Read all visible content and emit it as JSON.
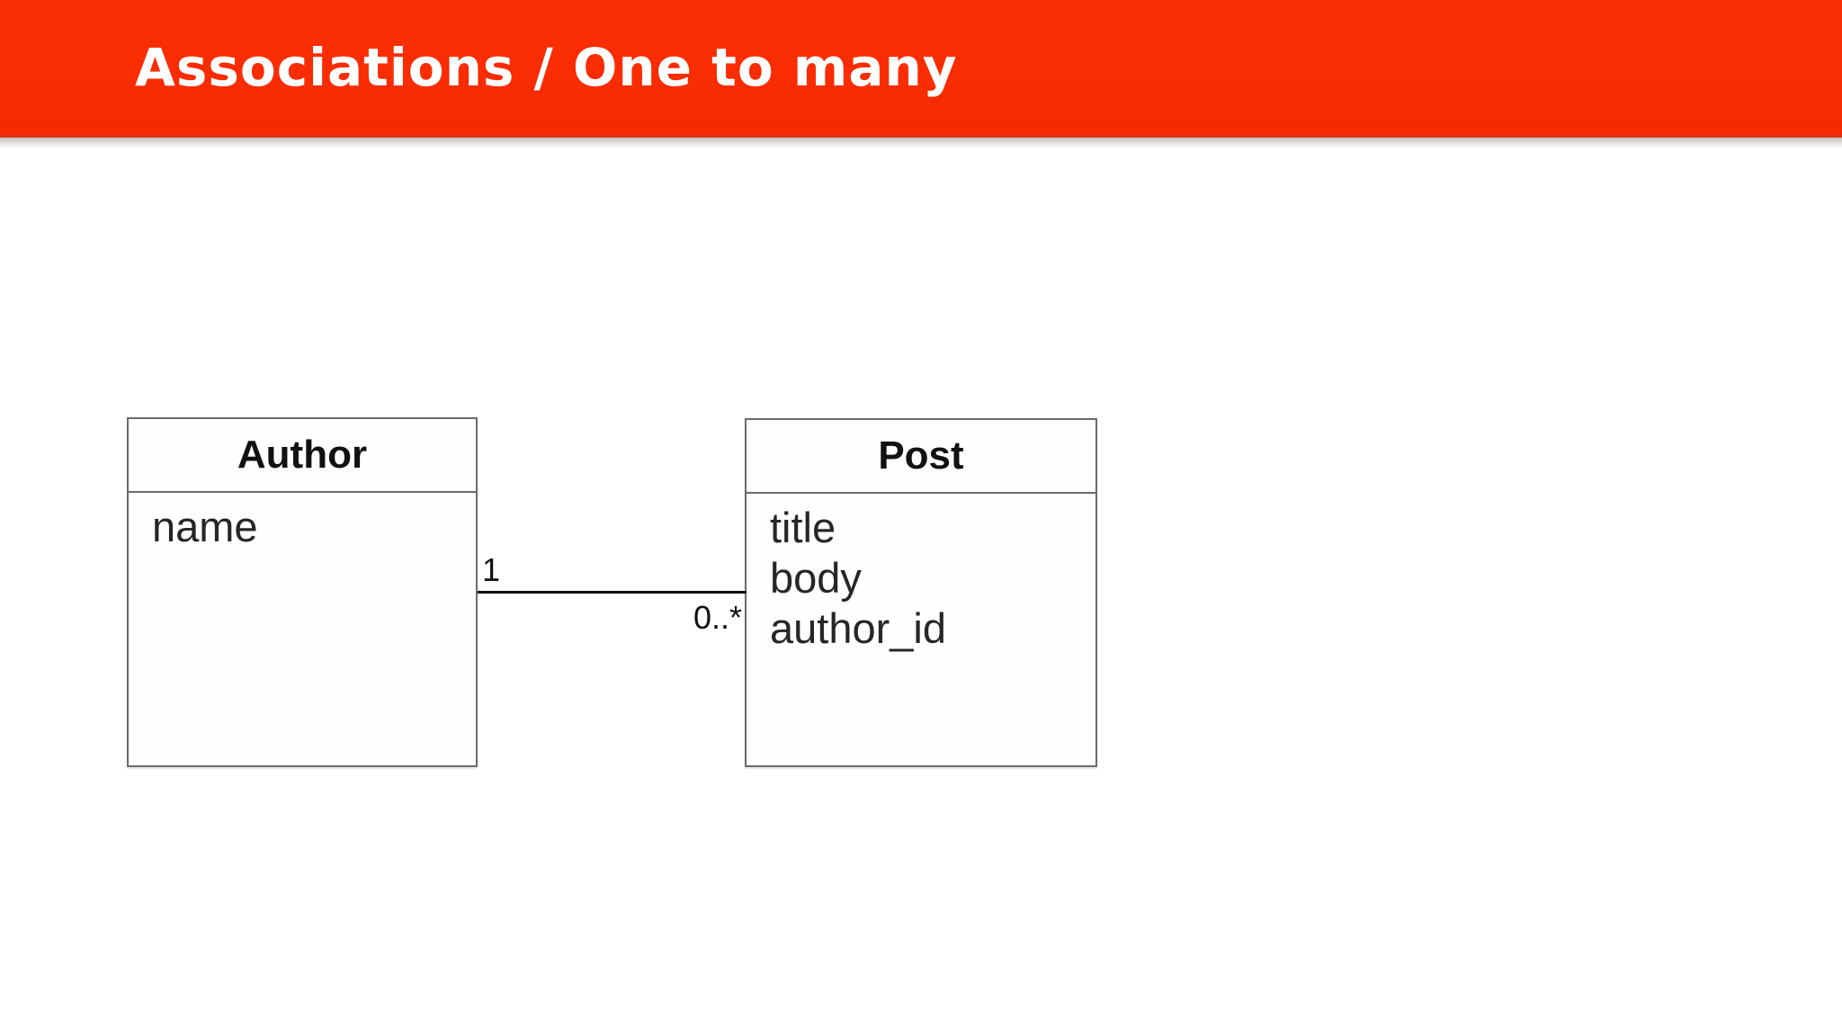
{
  "header": {
    "title": "Associations / One to many",
    "background_color": "#f92c02",
    "text_color": "#ffffff"
  },
  "diagram": {
    "type": "uml-class-diagram",
    "entities": [
      {
        "name": "Author",
        "fields": [
          "name"
        ]
      },
      {
        "name": "Post",
        "fields": [
          "title",
          "body",
          "author_id"
        ]
      }
    ],
    "association": {
      "from": "Author",
      "to": "Post",
      "from_multiplicity": "1",
      "to_multiplicity": "0..*",
      "line_color": "#111111"
    },
    "box_border_color": "#6b6b6b",
    "text_color": "#262626"
  }
}
